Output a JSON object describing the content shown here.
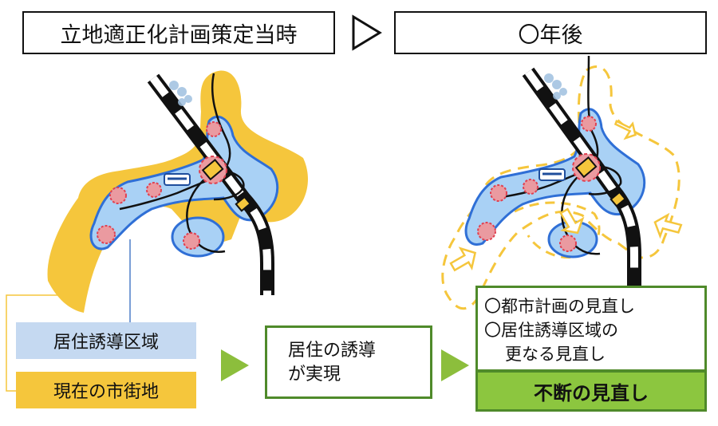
{
  "header": {
    "left_title": "立地適正化計画策定当時",
    "right_title": "〇年後"
  },
  "legend": {
    "residential_area": "居住誘導区域",
    "current_urban_area": "現在の市街地"
  },
  "middle_box": {
    "line1": "居住の誘導",
    "line2": "が実現"
  },
  "review_box": {
    "line1": "〇都市計画の見直し",
    "line2": "〇居住誘導区域の",
    "line3": "更なる見直し"
  },
  "continuous_review": "不断の見直し",
  "colors": {
    "urban_yellow": "#f5c63c",
    "residential_blue": "#a9d1f5",
    "blue_outline": "#2f6fd6",
    "legend_blue_bg": "#c5d9f1",
    "legend_yellow_bg": "#f5c63c",
    "green_border": "#4f8a2a",
    "green_fill": "#8cc63f",
    "arrow_green": "#8cbe3c"
  }
}
